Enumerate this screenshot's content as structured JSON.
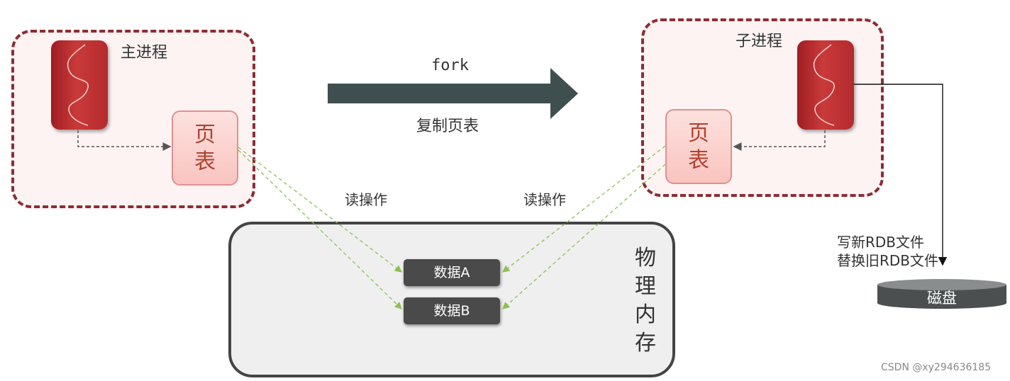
{
  "main_process": {
    "label": "主进程",
    "page_table": [
      "页",
      "表"
    ]
  },
  "child_process": {
    "label": "子进程",
    "page_table": [
      "页",
      "表"
    ]
  },
  "fork": {
    "label": "fork",
    "sublabel": "复制页表"
  },
  "read_ops": {
    "left": "读操作",
    "right": "读操作"
  },
  "memory": {
    "label": [
      "物",
      "理",
      "内",
      "存"
    ],
    "data_a": "数据A",
    "data_b": "数据B"
  },
  "disk": {
    "label": "磁盘",
    "note_line1": "写新RDB文件",
    "note_line2": "替换旧RDB文件"
  },
  "watermark": "CSDN @xy294636185",
  "colors": {
    "process_border": "#8e2b35",
    "thread_red": "#b42a2d",
    "arrow": "#3f4f4f",
    "read_line": "#8cc152",
    "data_box": "#4a4a4a"
  }
}
